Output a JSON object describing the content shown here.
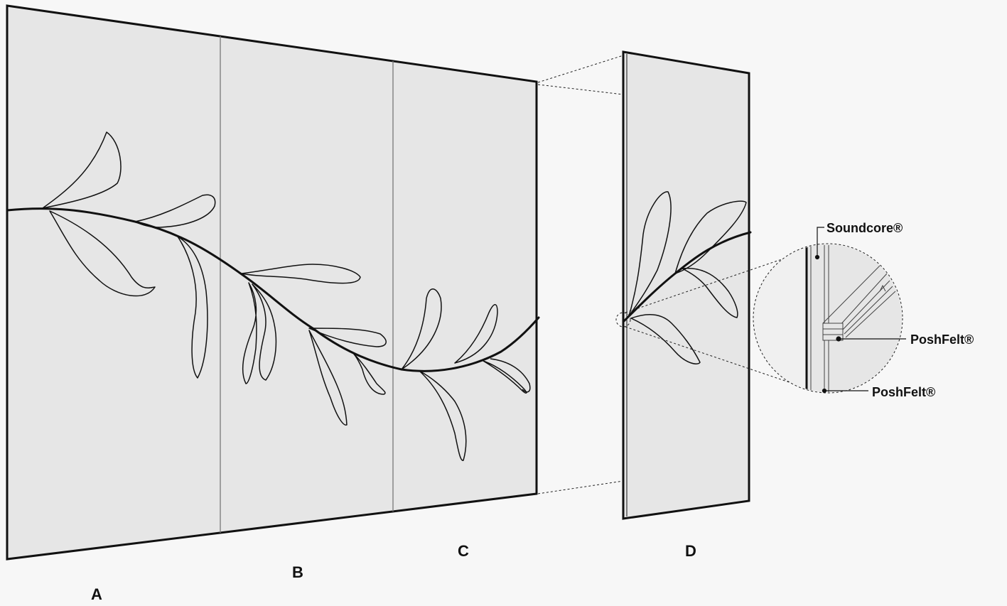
{
  "panels": {
    "a": "A",
    "b": "B",
    "c": "C",
    "d": "D"
  },
  "callouts": {
    "soundcore": "Soundcore®",
    "poshfelt_face": "PoshFelt®",
    "poshfelt_back": "PoshFelt®"
  },
  "colors": {
    "background": "#f7f7f7",
    "panel_fill": "#e6e6e6",
    "line": "#111111",
    "seam": "#777777"
  }
}
